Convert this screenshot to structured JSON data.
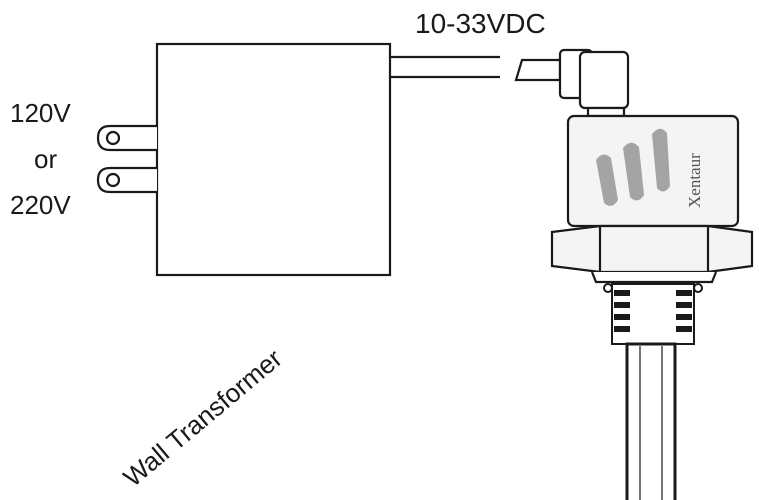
{
  "labels": {
    "output_voltage": "10-33VDC",
    "input_voltage_1": "120V",
    "input_voltage_or": "or",
    "input_voltage_2": "220V",
    "transformer_name": "Wall Transformer",
    "sensor_brand": "Xentaur"
  },
  "colors": {
    "line": "#1a1a1a",
    "body_fill": "#f4f4f4",
    "brand_mark": "#8a8a8a"
  }
}
